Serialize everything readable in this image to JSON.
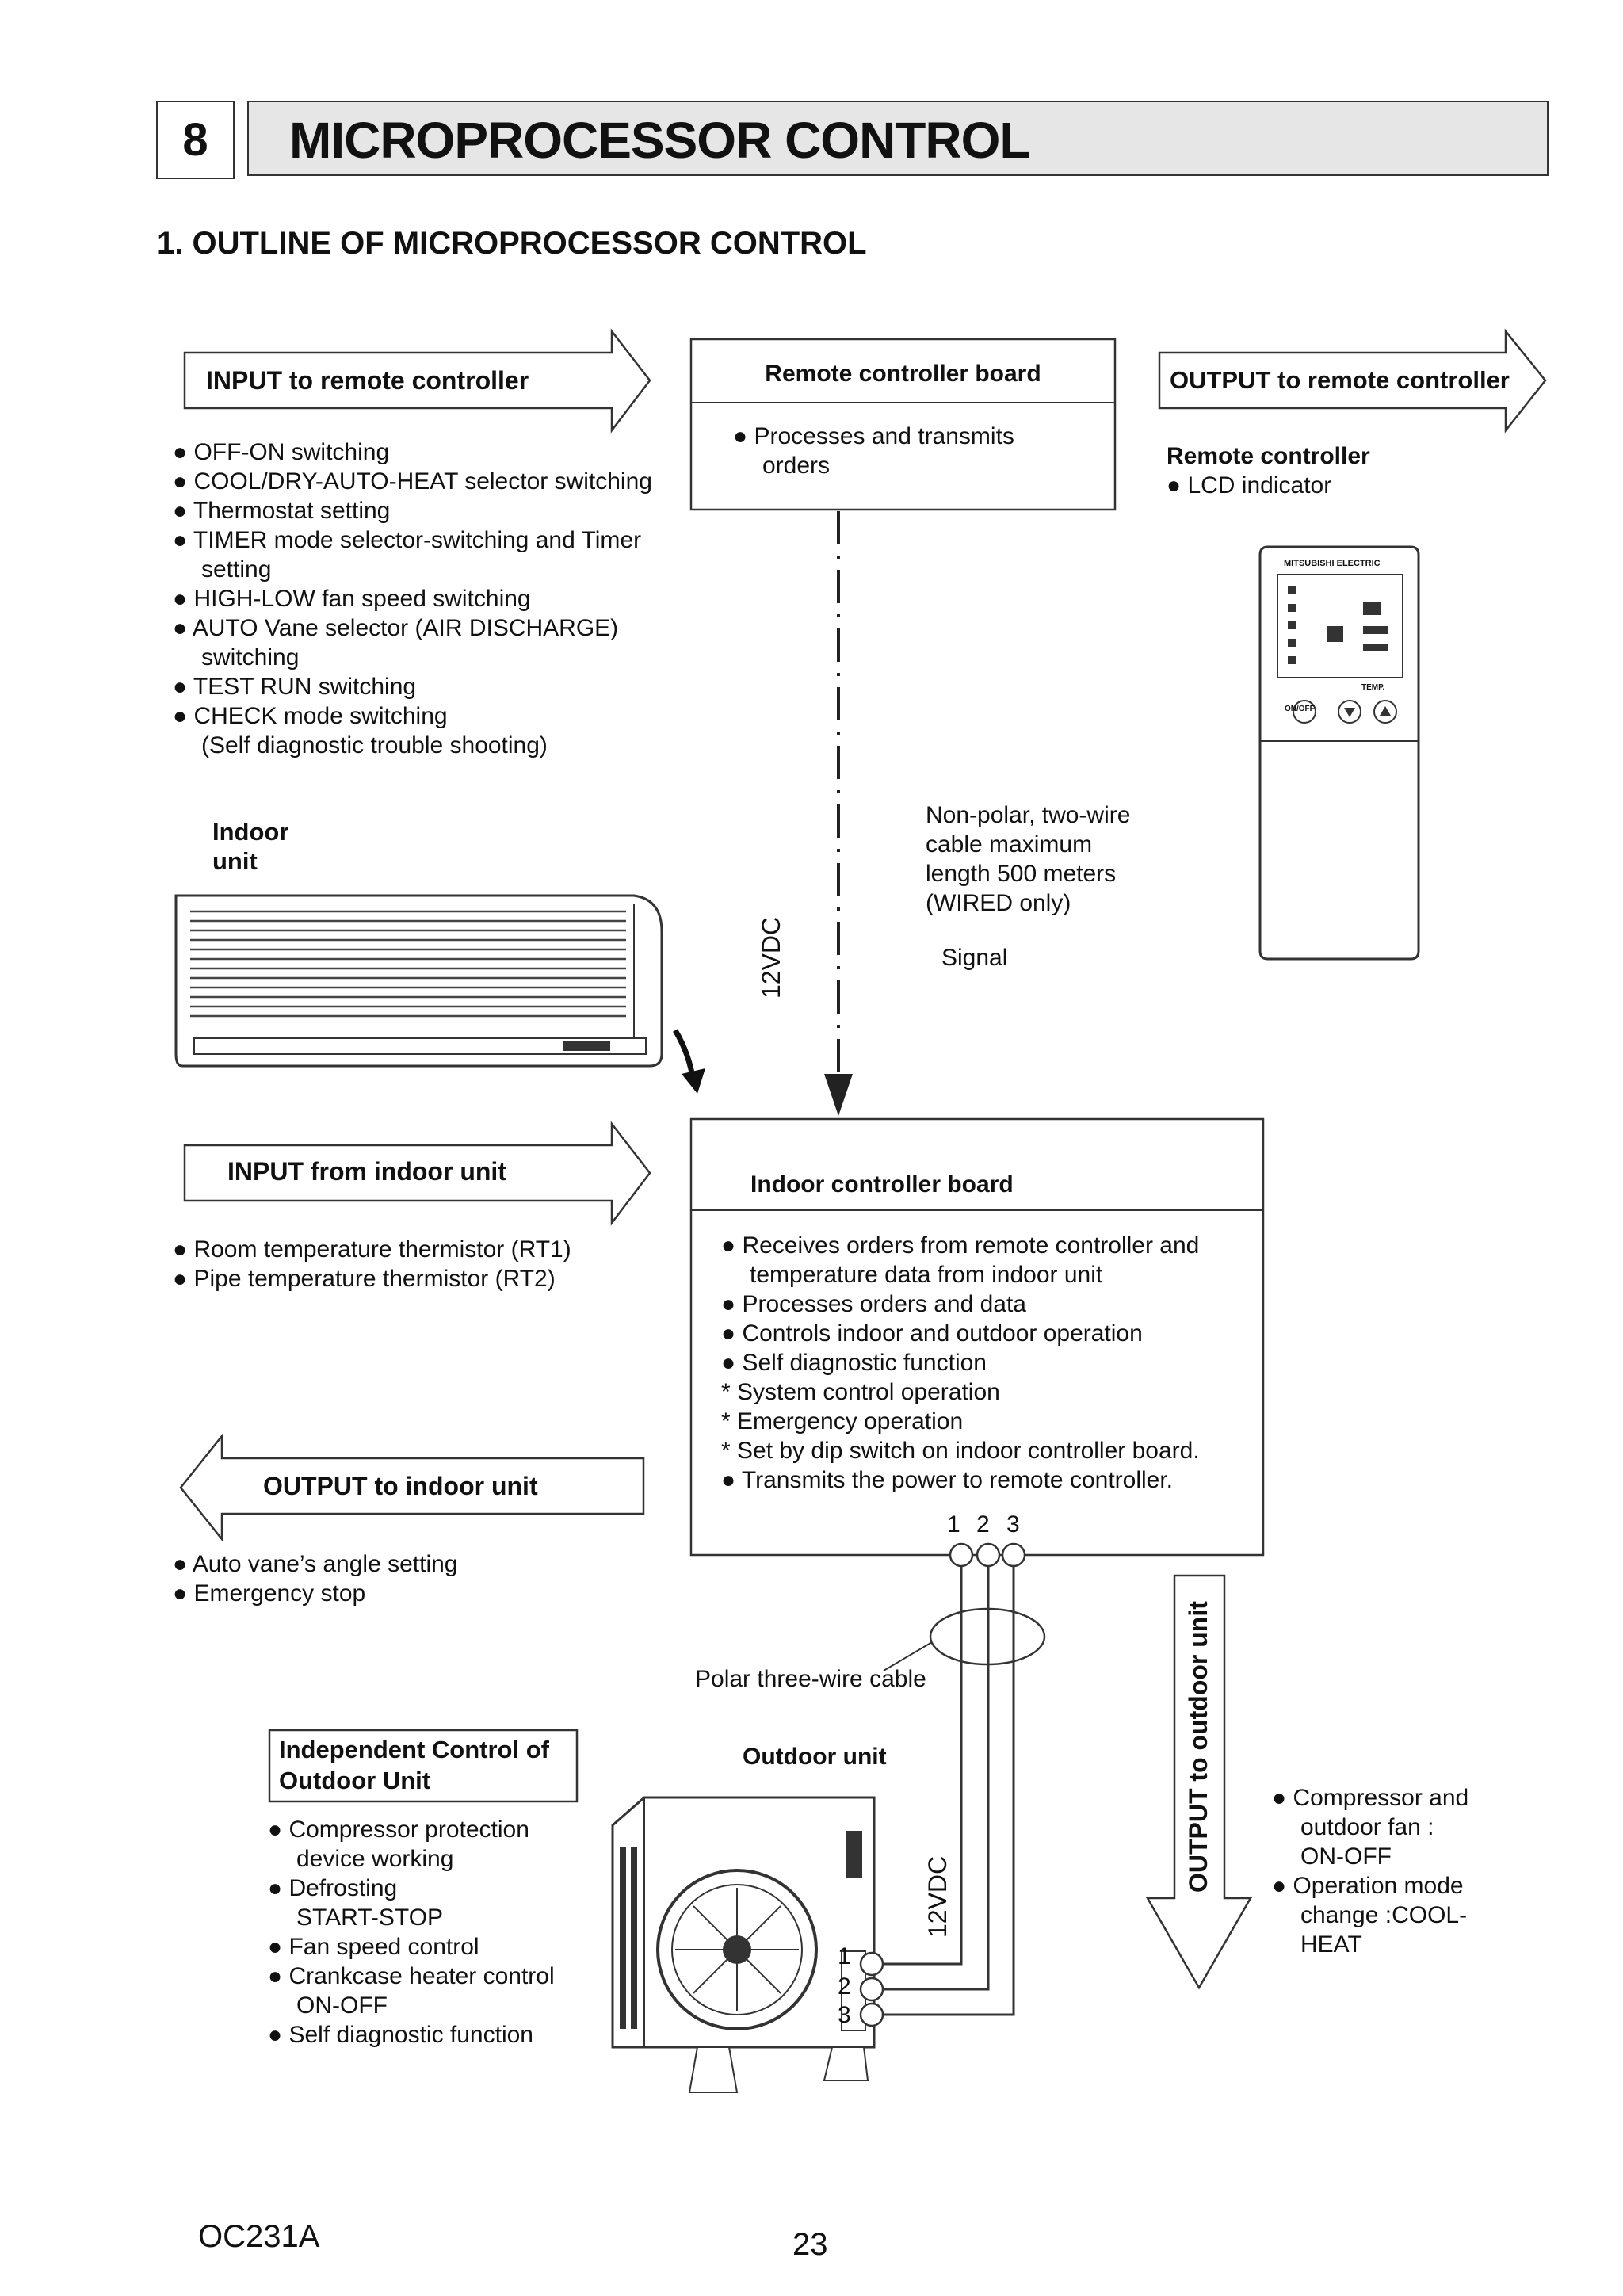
{
  "header": {
    "section_number": "8",
    "section_title": "MICROPROCESSOR CONTROL",
    "subtitle": "1. OUTLINE OF MICROPROCESSOR CONTROL"
  },
  "input_remote": {
    "label": "INPUT to remote controller",
    "items": [
      "● OFF-ON switching",
      "● COOL/DRY-AUTO-HEAT selector switching",
      "● Thermostat setting",
      "● TIMER mode selector-switching and Timer",
      "setting",
      "● HIGH-LOW fan speed switching",
      "● AUTO Vane selector (AIR DISCHARGE)",
      "switching",
      "● TEST RUN switching",
      "● CHECK mode switching",
      "(Self diagnostic trouble shooting)"
    ]
  },
  "remote_board": {
    "title": "Remote controller board",
    "lines": [
      "● Processes and transmits",
      "orders"
    ]
  },
  "output_remote": {
    "label": "OUTPUT to remote controller",
    "device_title": "Remote controller",
    "device_item": "● LCD indicator",
    "brand": "MITSUBISHI ELECTRIC",
    "button_onoff": "ON/OFF",
    "temp_label": "TEMP."
  },
  "indoor_unit": {
    "label_line1": "Indoor",
    "label_line2": "unit"
  },
  "cable_note": {
    "lines": [
      "Non-polar, two-wire",
      "cable maximum",
      "length 500 meters",
      "(WIRED only)"
    ],
    "signal": "Signal",
    "voltage": "12VDC"
  },
  "input_indoor": {
    "label": "INPUT from indoor unit",
    "items": [
      "● Room temperature thermistor (RT1)",
      "● Pipe temperature thermistor (RT2)"
    ]
  },
  "indoor_board": {
    "title": "Indoor controller board",
    "lines": [
      "● Receives orders from remote controller and",
      "temperature data from indoor unit",
      "● Processes orders and data",
      "● Controls indoor and outdoor operation",
      "● Self diagnostic function",
      "*  System control operation",
      "*  Emergency operation",
      "*  Set by dip switch on indoor controller board.",
      "● Transmits the power to remote controller."
    ],
    "terminals": [
      "1",
      "2",
      "3"
    ]
  },
  "output_indoor": {
    "label": "OUTPUT to indoor unit",
    "items": [
      "● Auto vane’s angle setting",
      "● Emergency stop"
    ]
  },
  "polar_cable": {
    "label": "Polar three-wire cable"
  },
  "independent_control": {
    "title_line1": "Independent Control of",
    "title_line2": "Outdoor Unit",
    "items": [
      "● Compressor protection",
      "device working",
      "●  Defrosting",
      "START-STOP",
      "● Fan speed control",
      "● Crankcase heater control",
      "ON-OFF",
      "● Self diagnostic function"
    ]
  },
  "outdoor_unit": {
    "label": "Outdoor unit",
    "terminals": [
      "1",
      "2",
      "3"
    ],
    "voltage": "12VDC"
  },
  "output_outdoor": {
    "label": "OUTPUT to outdoor unit",
    "items": [
      "● Compressor and",
      "outdoor fan :",
      "ON-OFF",
      "● Operation mode",
      "change :COOL-",
      "HEAT"
    ]
  },
  "footer": {
    "doc_code": "OC231A",
    "page_number": "23"
  }
}
